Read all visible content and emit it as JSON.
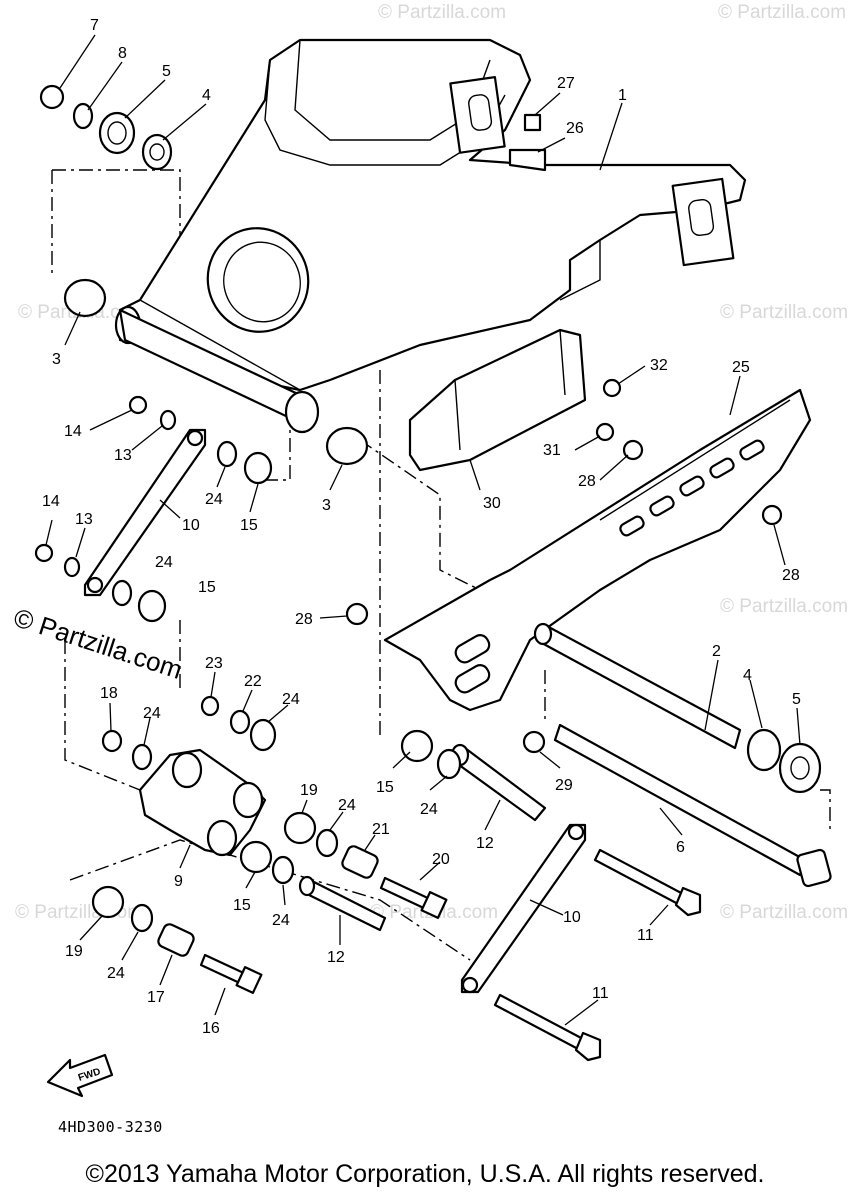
{
  "diagram": {
    "code": "4HD300-3230",
    "copyright": "©2013 Yamaha Motor Corporation, U.S.A. All rights reserved.",
    "forward_label": "FWD",
    "watermark": "© Partzilla.com",
    "callouts": [
      "7",
      "8",
      "5",
      "4",
      "3",
      "27",
      "26",
      "1",
      "32",
      "25",
      "31",
      "28",
      "30",
      "14",
      "13",
      "14",
      "13",
      "10",
      "24",
      "15",
      "3",
      "24",
      "15",
      "28",
      "28",
      "2",
      "4",
      "5",
      "23",
      "22",
      "24",
      "18",
      "24",
      "15",
      "24",
      "19",
      "24",
      "21",
      "12",
      "6",
      "9",
      "15",
      "24",
      "20",
      "19",
      "24",
      "17",
      "16",
      "12",
      "10",
      "11",
      "11",
      "29"
    ]
  }
}
